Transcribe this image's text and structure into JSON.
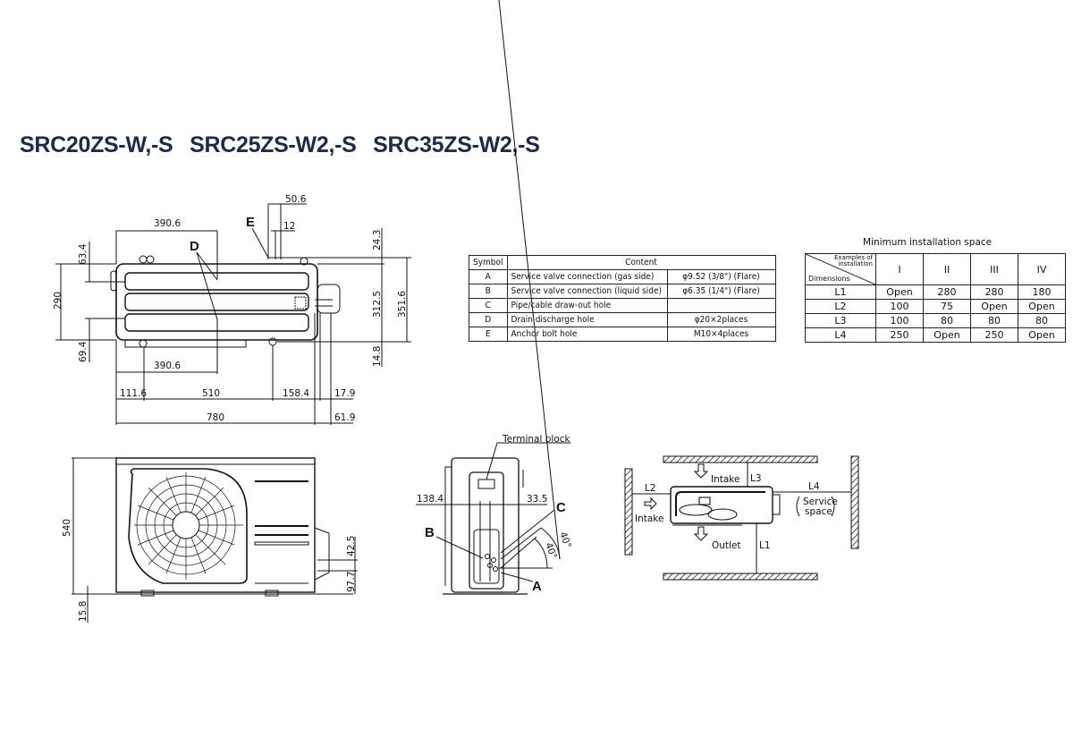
{
  "title": {
    "models": [
      "SRC20ZS-W,-S",
      "SRC25ZS-W2,-S",
      "SRC35ZS-W2,-S"
    ],
    "color": "#1b2b4d"
  },
  "top_view": {
    "labels": {
      "D": "D",
      "E": "E"
    },
    "dimensions": {
      "top_390_6": "390.6",
      "bottom_390_6": "390.6",
      "d_63_4": "63.4",
      "d_290": "290",
      "d_69_4": "69.4",
      "d_50_6": "50.6",
      "d_12": "12",
      "d_24_3": "24.3",
      "d_312_5": "312.5",
      "d_351_6": "351.6",
      "d_14_8": "14.8",
      "d_111_6": "111.6",
      "d_510": "510",
      "d_158_4": "158.4",
      "d_17_9": "17.9",
      "d_780": "780",
      "d_61_9": "61.9"
    }
  },
  "front_view": {
    "dimensions": {
      "d_540": "540",
      "d_15_8": "15.8",
      "d_42_5": "42.5",
      "d_97_7": "97.7"
    }
  },
  "side_view": {
    "terminal_label": "Terminal block",
    "labels": {
      "A": "A",
      "B": "B",
      "C": "C"
    },
    "dimensions": {
      "d_138_4": "138.4",
      "d_33_5": "33.5",
      "angle1": "40°",
      "angle2": "40°"
    }
  },
  "symbol_table": {
    "headers": {
      "symbol": "Symbol",
      "content": "Content"
    },
    "rows": [
      {
        "symbol": "A",
        "content": "Service valve connection (gas side)",
        "value": "φ9.52 (3/8\") (Flare)"
      },
      {
        "symbol": "B",
        "content": "Service valve connection (liquid side)",
        "value": "φ6.35 (1/4\") (Flare)"
      },
      {
        "symbol": "C",
        "content": "Pipe/cable draw-out hole",
        "value": ""
      },
      {
        "symbol": "D",
        "content": "Drain discharge hole",
        "value": "φ20×2places"
      },
      {
        "symbol": "E",
        "content": "Anchor bolt hole",
        "value": "M10×4places"
      }
    ]
  },
  "space_table": {
    "title": "Minimum installation space",
    "corner_top": "Examples of installation",
    "corner_bottom": "Dimensions",
    "columns": [
      "I",
      "II",
      "III",
      "IV"
    ],
    "rows": [
      {
        "label": "L1",
        "values": [
          "Open",
          "280",
          "280",
          "180"
        ]
      },
      {
        "label": "L2",
        "values": [
          "100",
          "75",
          "Open",
          "Open"
        ]
      },
      {
        "label": "L3",
        "values": [
          "100",
          "80",
          "80",
          "80"
        ]
      },
      {
        "label": "L4",
        "values": [
          "250",
          "Open",
          "250",
          "Open"
        ]
      }
    ]
  },
  "installation_diagram": {
    "L1": "L1",
    "L2": "L2",
    "L3": "L3",
    "L4": "L4",
    "intake_top": "Intake",
    "intake_left": "Intake",
    "outlet": "Outlet",
    "service_line1": "Service",
    "service_line2": "space"
  }
}
